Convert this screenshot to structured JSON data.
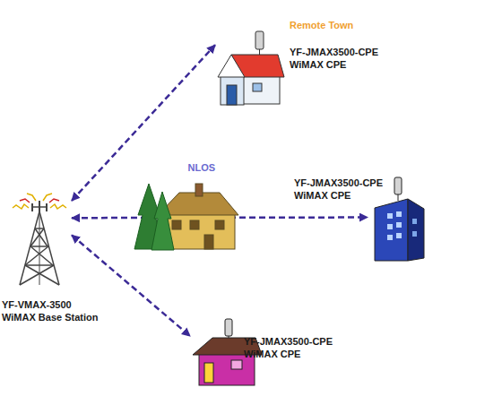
{
  "diagram": {
    "nodes": [
      {
        "text": [
          "YF-VMAX-3500",
          "WiMAX Base Station"
        ]
      },
      {
        "text": [
          "Remote Town",
          "YF-JMAX3500-CPE",
          "WiMAX CPE"
        ]
      },
      {
        "text": [
          "YF-JMAX3500-CPE",
          "WiMAX CPE"
        ]
      },
      {
        "text": [
          "YF-JMAX3500-CPE",
          "WiMAX CPE"
        ]
      }
    ],
    "edges": [
      {
        "from": 0,
        "to": 1,
        "arrow": "both"
      },
      {
        "from": 0,
        "to": 2,
        "label": "NLOS",
        "arrow": "both"
      },
      {
        "from": 0,
        "to": 3,
        "arrow": "both"
      }
    ]
  }
}
